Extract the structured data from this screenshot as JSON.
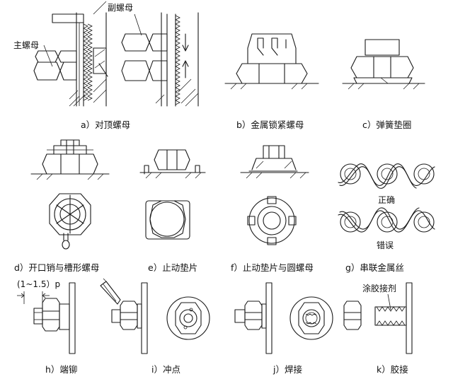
{
  "figure": {
    "captions": {
      "a": "a）对顶螺母",
      "b": "b）金属锁紧螺母",
      "c": "c）弹簧垫圈",
      "d": "d）开口销与槽形螺母",
      "e": "e）止动垫片",
      "f": "f）止动垫片与圆螺母",
      "g": "g）串联金属丝",
      "h": "h）端铆",
      "i": "i）冲点",
      "j": "j）焊接",
      "k": "k）胶接"
    },
    "labels": {
      "main_nut": "主螺母",
      "secondary_nut": "副螺母",
      "correct": "正确",
      "wrong": "错误",
      "rivet_length": "(1~1.5）p",
      "adhesive": "涂胶接剂"
    }
  }
}
